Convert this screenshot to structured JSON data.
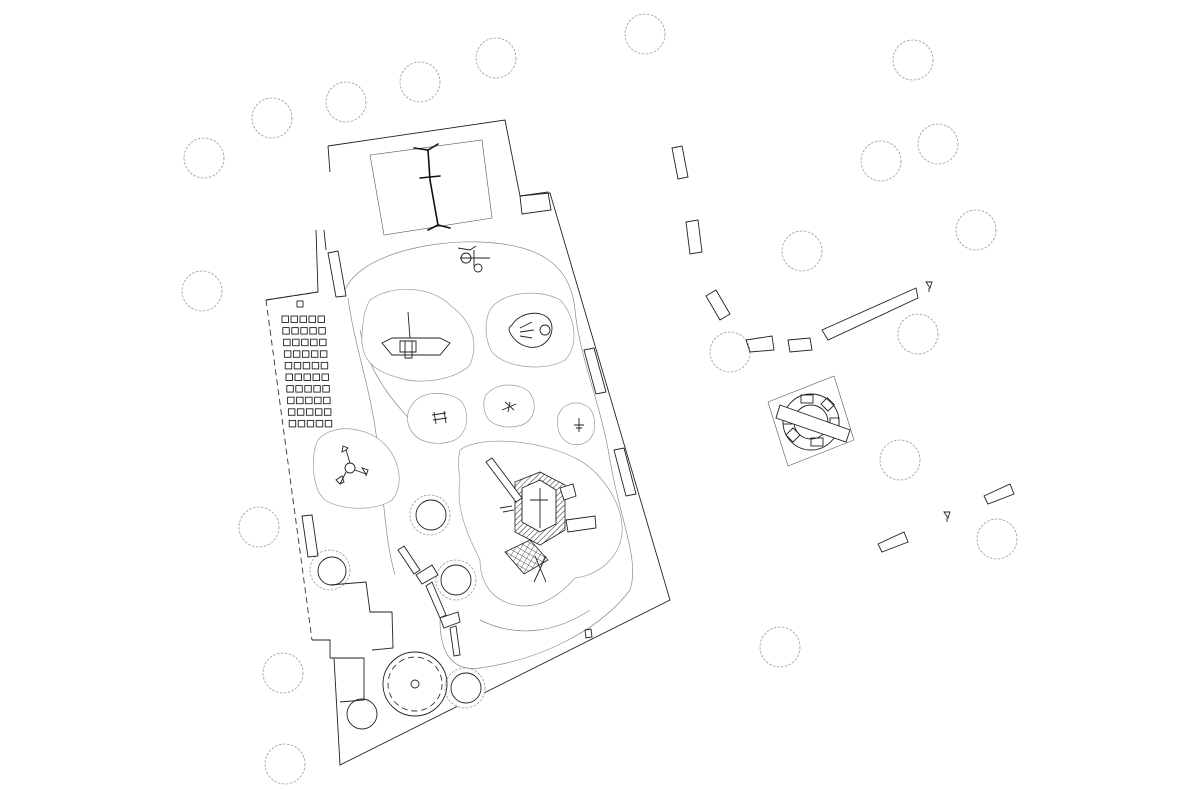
{
  "drawing": {
    "kind": "playground-site-plan",
    "line_color": "#222222",
    "secondary_line_color": "#8a8a8a",
    "tree_outline_color": "#999999",
    "background": "#ffffff"
  },
  "trees": {
    "count": 24
  },
  "benches": {
    "count": 11
  },
  "parking_grid": {
    "rows": 10,
    "columns": 5
  },
  "playground_elements": [
    "swing-frame",
    "spinner",
    "rocking-boat",
    "fish-climber",
    "mini-table",
    "spring-rider-1",
    "spring-rider-2",
    "tri-spinner",
    "play-tower",
    "net-climber",
    "balance-beam",
    "sand-circle",
    "stepping-stumps"
  ],
  "plaza": {
    "element": "round-seating-with-beam"
  }
}
